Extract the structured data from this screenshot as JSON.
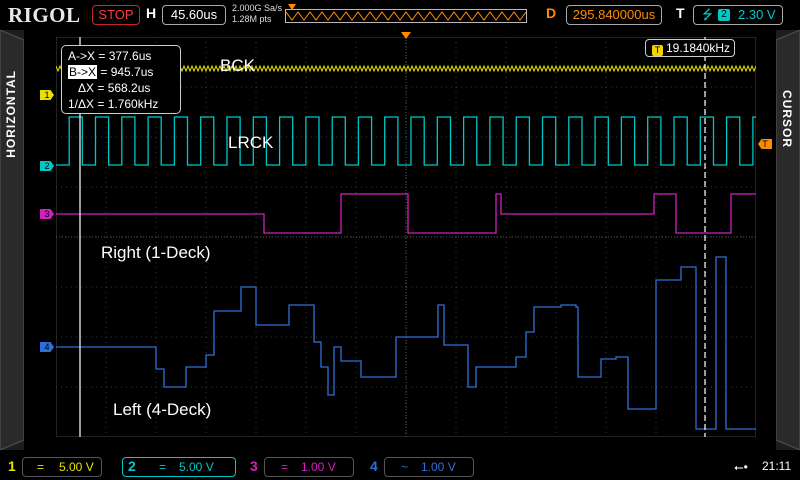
{
  "header": {
    "brand": "RIGOL",
    "run_state": "STOP",
    "horizontal_letter": "H",
    "timebase": "45.60us",
    "sample_rate": "2.000G Sa/s",
    "mem_depth": "1.28M pts",
    "delay_letter": "D",
    "delay": "295.840000us",
    "trigger_letter": "T",
    "trigger_edge": "⭍",
    "trigger_source": "2",
    "trigger_level": "2.30 V"
  },
  "side_tabs": {
    "left": "HORIZONTAL",
    "right": "CURSOR"
  },
  "cursor_readout": {
    "ax": "A->X = 377.6us",
    "bx_label": "B->X",
    "bx_value": "= 945.7us",
    "dx": "ΔX = 568.2us",
    "inv_dx": "1/ΔX = 1.760kHz"
  },
  "frequency_counter": {
    "badge": "T",
    "value": "19.1840kHz"
  },
  "trace_labels": {
    "bck": "BCK",
    "lrck": "LRCK",
    "right": "Right (1-Deck)",
    "left": "Left (4-Deck)"
  },
  "channel_markers": [
    "1",
    "2",
    "3",
    "4"
  ],
  "trigger_marker": "T",
  "colors": {
    "ch1": "#e8e000",
    "ch2": "#00c8c8",
    "ch3": "#d020c0",
    "ch4": "#2f6fd8",
    "delay": "#ff8a00",
    "stop": "#ff3a3a"
  },
  "channels": [
    {
      "num": "1",
      "coupling": "=",
      "scale": "5.00 V"
    },
    {
      "num": "2",
      "coupling": "=",
      "scale": "5.00 V"
    },
    {
      "num": "3",
      "coupling": "=",
      "scale": "1.00 V"
    },
    {
      "num": "4",
      "coupling": "~",
      "scale": "1.00 V"
    }
  ],
  "status": {
    "usb_icon": "usb-icon",
    "time": "21:11"
  }
}
